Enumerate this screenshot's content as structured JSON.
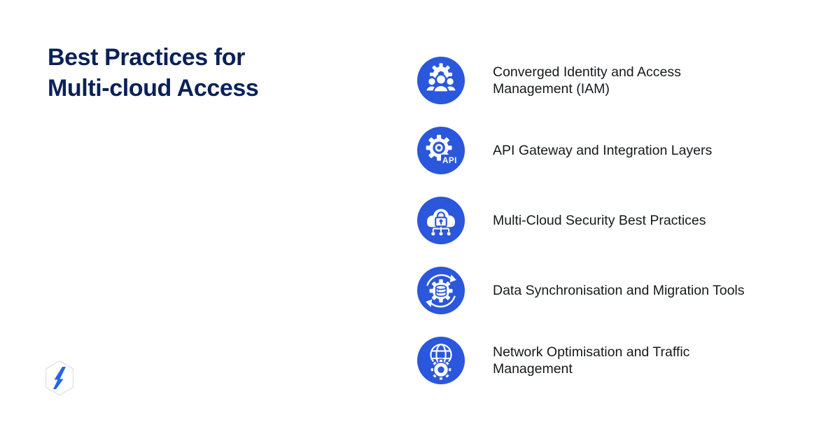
{
  "colors": {
    "icon_blue": "#2A57DB",
    "title_navy": "#0A2158",
    "body_text": "#16181B",
    "hexagon_stroke": "#E4E6EA",
    "bolt_blue": "#2563EB",
    "background": "#FFFFFF"
  },
  "title": {
    "text": "Best Practices for\nMulti-cloud Access"
  },
  "list": {
    "items": [
      {
        "icon": "iam-users-gear-icon",
        "label": "Converged Identity and Access\nManagement (IAM)"
      },
      {
        "icon": "api-gear-icon",
        "icon_text": "API",
        "label": "API Gateway and Integration Layers"
      },
      {
        "icon": "cloud-lock-icon",
        "label": "Multi-Cloud Security Best Practices"
      },
      {
        "icon": "database-sync-icon",
        "label": "Data Synchronisation and Migration Tools"
      },
      {
        "icon": "globe-gear-icon",
        "label": "Network Optimisation and Traffic\nManagement"
      }
    ]
  },
  "logo": {
    "name": "hexagon-bolt-logo"
  }
}
